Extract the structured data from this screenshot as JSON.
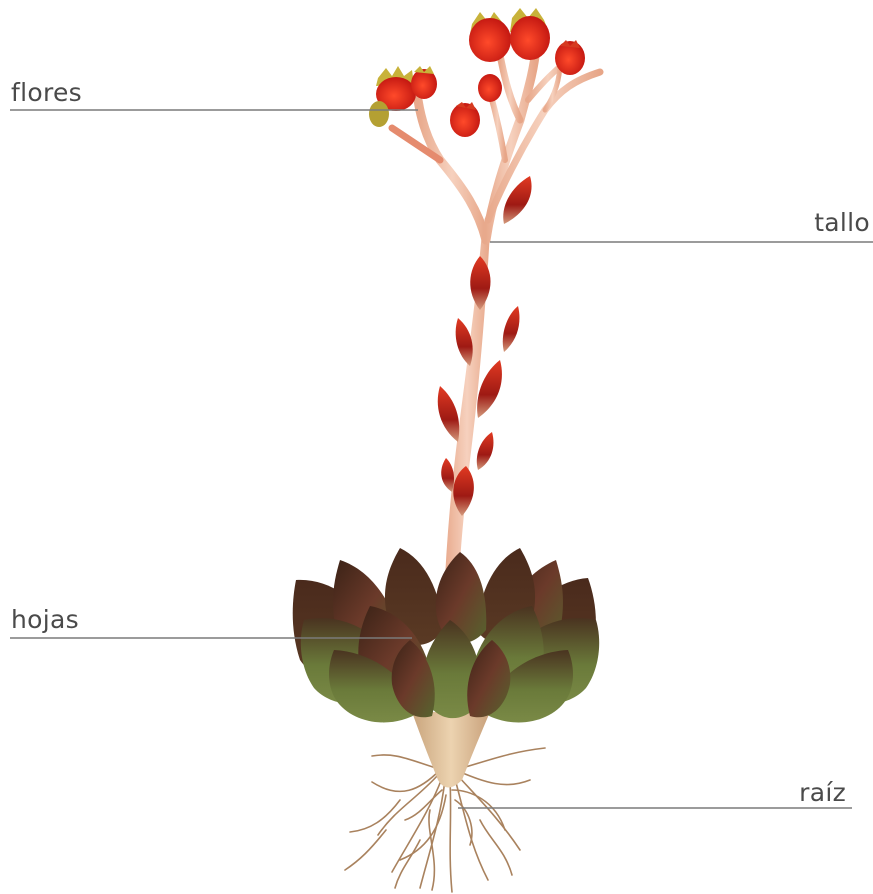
{
  "labels": {
    "flowers": "flores",
    "stem": "tallo",
    "leaves": "hojas",
    "root": "raíz"
  },
  "colors": {
    "leader_line": "#7a7a7a",
    "label_text": "#4a4a4a",
    "stem": "#f0bfa6",
    "flower_red": "#e0261c",
    "flower_yellow": "#c8b23a",
    "bract": "#b3201a",
    "leaf_dark": "#3f2418",
    "leaf_green": "#6b7a3c",
    "root": "#b08866",
    "root_base": "#d7b48c"
  }
}
